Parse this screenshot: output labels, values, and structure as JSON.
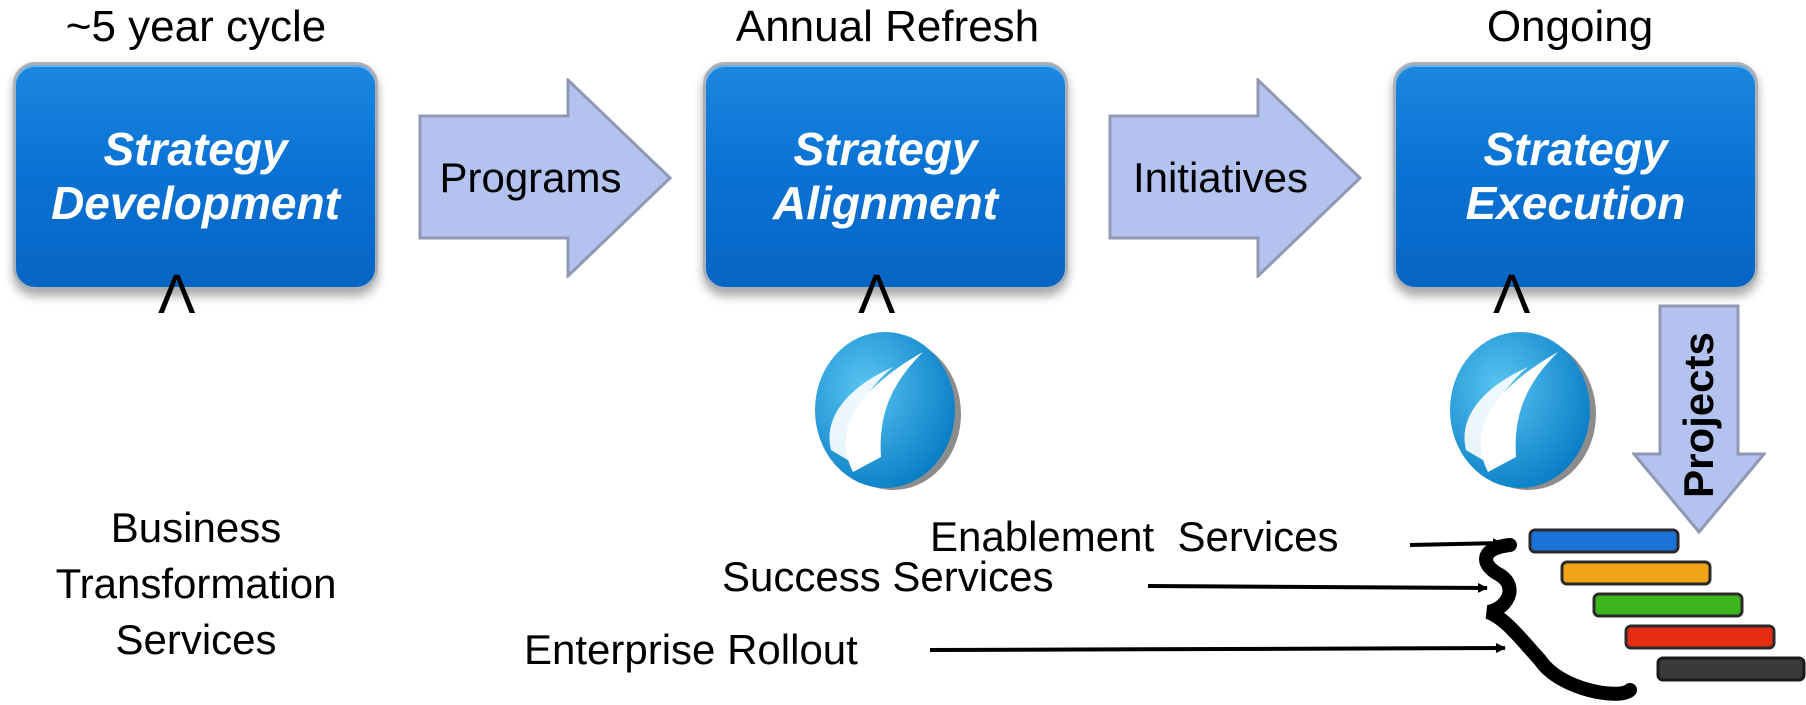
{
  "cycles": [
    "~5 year cycle",
    "Annual Refresh",
    "Ongoing"
  ],
  "stages": [
    {
      "line1": "Strategy",
      "line2": "Development"
    },
    {
      "line1": "Strategy",
      "line2": "Alignment"
    },
    {
      "line1": "Strategy",
      "line2": "Execution"
    }
  ],
  "flows": [
    "Programs",
    "Initiatives"
  ],
  "carets": [
    "Λ",
    "Λ",
    "Λ"
  ],
  "projects_label": "Projects",
  "business_transformation": {
    "line1": "Business",
    "line2": "Transformation",
    "line3": "Services"
  },
  "services": [
    "Enablement  Services",
    "Success Services",
    "Enterprise Rollout"
  ],
  "colors": {
    "stage_blue": "#0a73d5",
    "arrow_fill": "#b3c2ef",
    "bar_colors": [
      "#1a73d9",
      "#f0a418",
      "#3db51f",
      "#e52d14",
      "#3a3a3a"
    ]
  },
  "icons": [
    "logo-swirl-icon",
    "brace-icon"
  ]
}
